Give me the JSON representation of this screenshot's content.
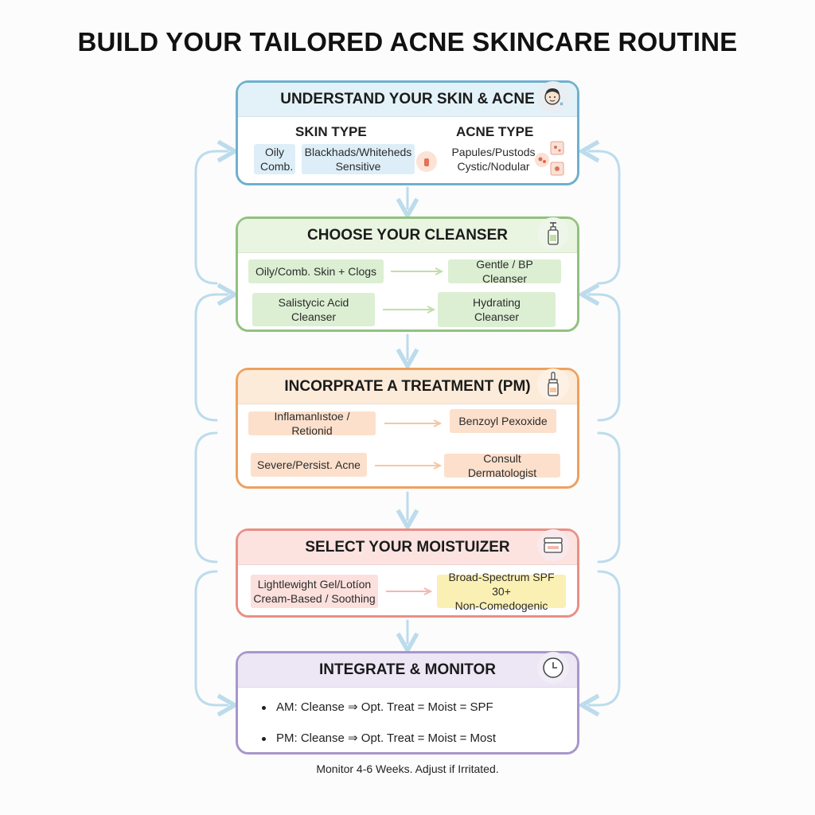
{
  "title": "BUILD YOUR TAILORED ACNE SKINCARE ROUTINE",
  "steps": {
    "understand": {
      "header": "UNDERSTAND YOUR SKIN & ACNE",
      "skin_type_title": "SKIN TYPE",
      "acne_type_title": "ACNE TYPE",
      "skin_chip_1": "Oily\nComb.",
      "skin_chip_2": "Blackhads/Whiteheds\nSensitive",
      "acne_text": "Papules/Pustods\nCystic/Nodular",
      "icon": "face-icon"
    },
    "cleanser": {
      "header": "CHOOSE YOUR CLEANSER",
      "row1_left": "Oily/Comb. Skin + Clogs",
      "row1_right": "Gentle / BP Cleanser",
      "row2_left": "Salistycic Acid\nCleanser",
      "row2_right": "Hydrating\nCleanser",
      "icon": "pump-bottle-icon"
    },
    "treatment": {
      "header": "INCORPRATE A TREATMENT (PM)",
      "row1_left": "Inflamanlıstoe / Retionid",
      "row1_right": "Benzoyl Pexoxide",
      "row2_left": "Severe/Persist. Acne",
      "row2_right": "Consult Dermatologist",
      "icon": "serum-bottle-icon"
    },
    "moisturizer": {
      "header": "SELECT YOUR MOISTUIZER",
      "left": "Lightlewight Gel/Lotíon\nCream-Based / Soothing",
      "right": "Broad-Spectrum SPF 30+\nNon-Comedogenic",
      "icon": "cream-jar-icon"
    },
    "monitor": {
      "header": "INTEGRATE & MONITOR",
      "am": "AM: Cleanse ⇒ Opt. Treat = Moist = SPF",
      "pm": "PM: Cleanse ⇒ Opt. Treat = Moist = Most",
      "icon": "clock-icon"
    }
  },
  "footer": "Monitor 4-6 Weeks. Adjust if Irritated.",
  "colors": {
    "blue": "#6fb0cf",
    "green": "#92c17f",
    "orange": "#eea15e",
    "pink": "#ea8f86",
    "purple": "#a996cb",
    "connector": "#bcdcec"
  }
}
